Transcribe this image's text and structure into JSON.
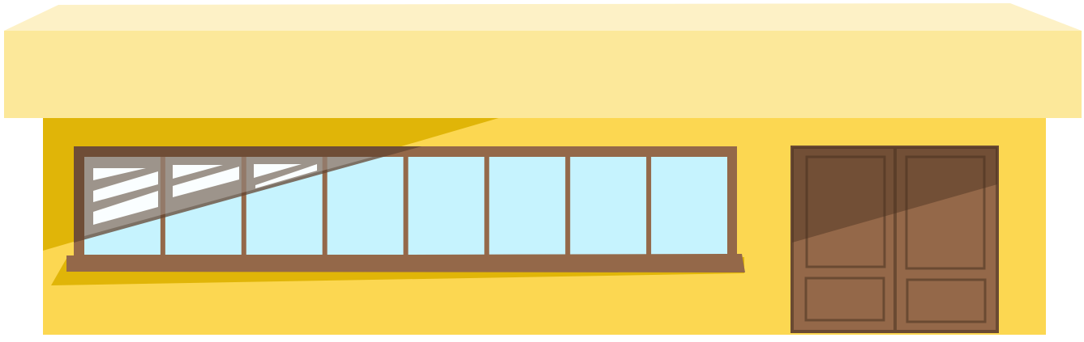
{
  "scene": {
    "subject": "storefront-facade",
    "colors": {
      "wall": "#FCD751",
      "wall_shadow": "#E0B508",
      "awning_front": "#FCE89A",
      "awning_top": "#FDF1C6",
      "frame": "#946849",
      "frame_dark": "#634430",
      "glass": "#C6F3FE",
      "glass_highlight": "#FAFEFF",
      "door": "#946849",
      "door_line": "#6A4A32",
      "door_shadow": "#6D4E35"
    },
    "window_pane_count": 8,
    "door_leaf_count": 2
  }
}
